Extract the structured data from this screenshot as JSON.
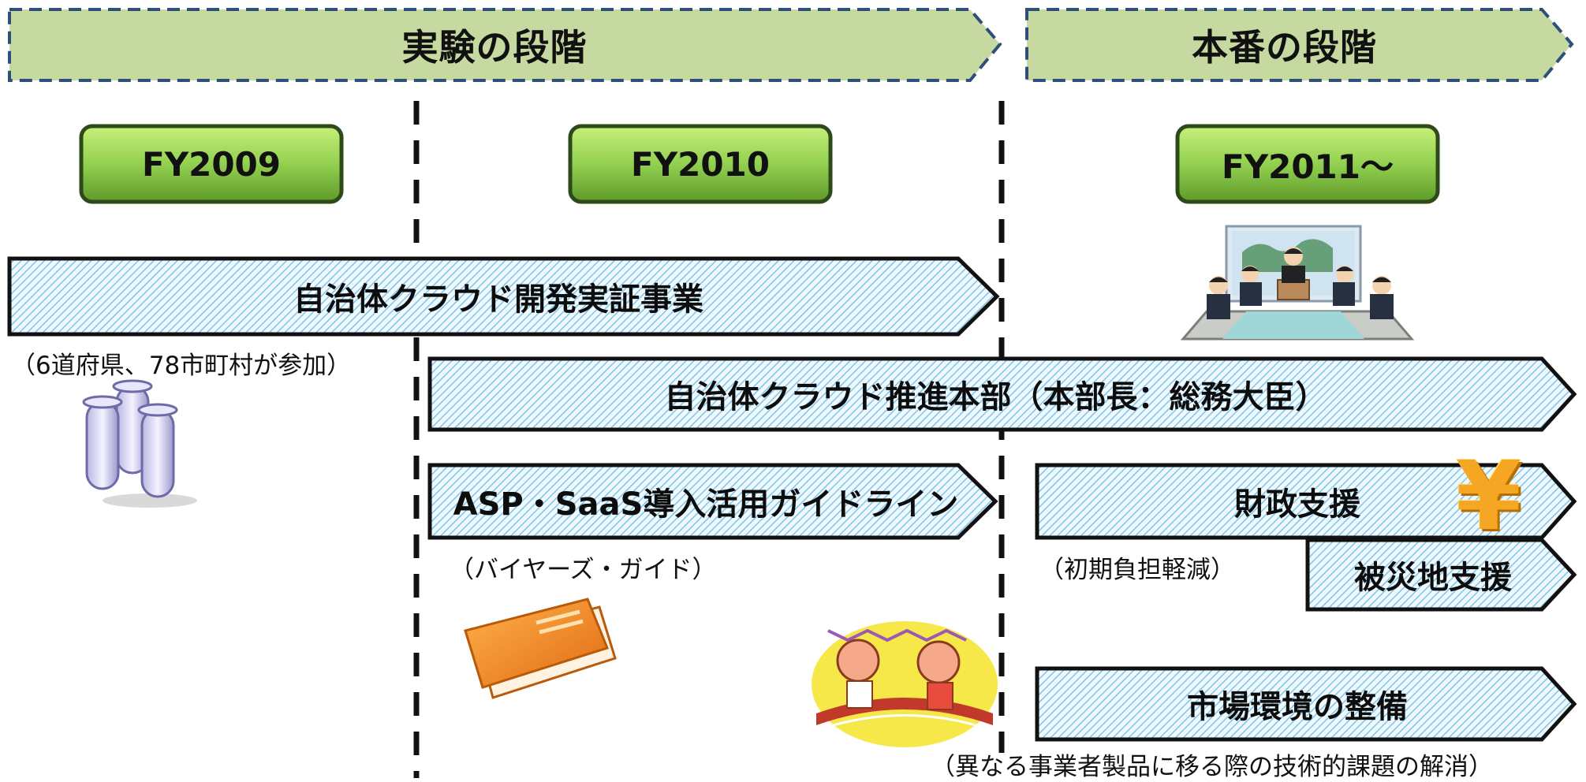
{
  "phases": {
    "experiment": "実験の段階",
    "production": "本番の段階"
  },
  "years": {
    "fy2009": "FY2009",
    "fy2010": "FY2010",
    "fy2011": "FY2011～"
  },
  "initiatives": {
    "cloud_dev": "自治体クラウド開発実証事業",
    "cloud_dev_note": "（6道府県、78市町村が参加）",
    "hq": "自治体クラウド推進本部（本部長：総務大臣）",
    "guideline": "ASP・SaaS導入活用ガイドライン",
    "guideline_note": "（バイヤーズ・ガイド）",
    "fiscal": "財政支援",
    "fiscal_note": "（初期負担軽減）",
    "disaster": "被災地支援",
    "market": "市場環境の整備",
    "market_note": "（異なる事業者製品に移る際の技術的課題の解消）"
  },
  "icons": {
    "yen": "¥",
    "meeting": "meeting-illustration",
    "test_tubes": "test-tubes-illustration",
    "book": "book-illustration",
    "race": "runners-illustration"
  },
  "colors": {
    "phase_fill": "#c6d9a0",
    "phase_border": "#2f4f7a",
    "year_fill": "#92d050",
    "arrow_hatch": "#7fc6e8",
    "gold": "#f5a623"
  }
}
